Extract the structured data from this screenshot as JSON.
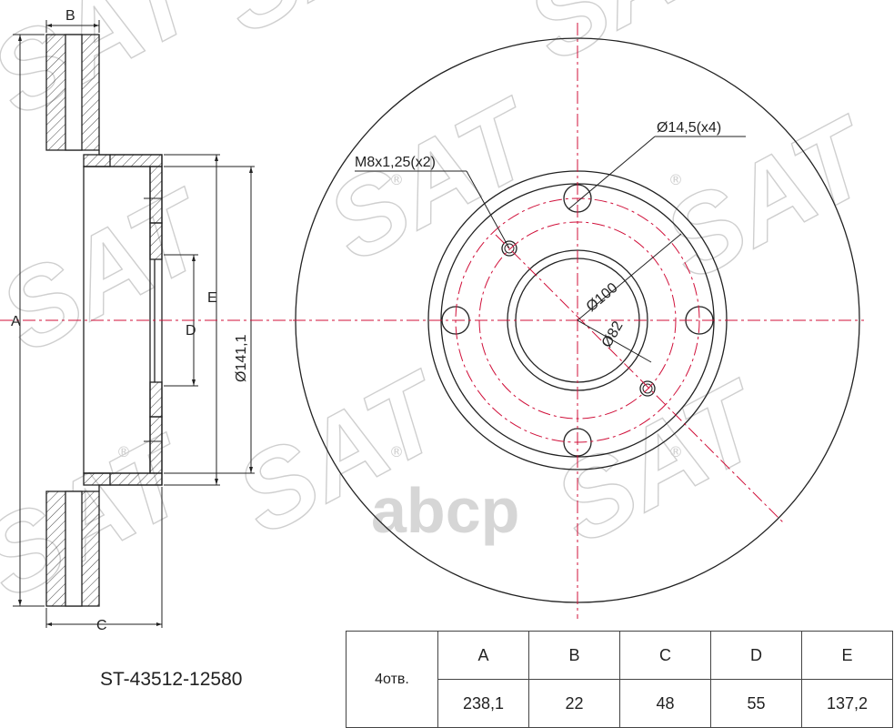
{
  "labels": {
    "a": "A",
    "b": "B",
    "c": "C",
    "d": "D",
    "e": "E",
    "hub_diameter": "Ø141,1",
    "thread": "M8x1,25(x2)",
    "bolt_hole": "Ø14,5(x4)",
    "pcd": "Ø100",
    "center_bore": "Ø82"
  },
  "watermarks": {
    "brand": "SAT",
    "brand_mark": "®",
    "shop": "abcp"
  },
  "part_number": "ST-43512-12580",
  "spec_table": {
    "holes_label": "4отв.",
    "headers": [
      "A",
      "B",
      "C",
      "D",
      "E"
    ],
    "values": [
      "238,1",
      "22",
      "48",
      "55",
      "137,2"
    ]
  },
  "colors": {
    "outline": "#222222",
    "dimension": "#222222",
    "centerline": "#d0103a",
    "watermark": "#c8c8c8"
  }
}
